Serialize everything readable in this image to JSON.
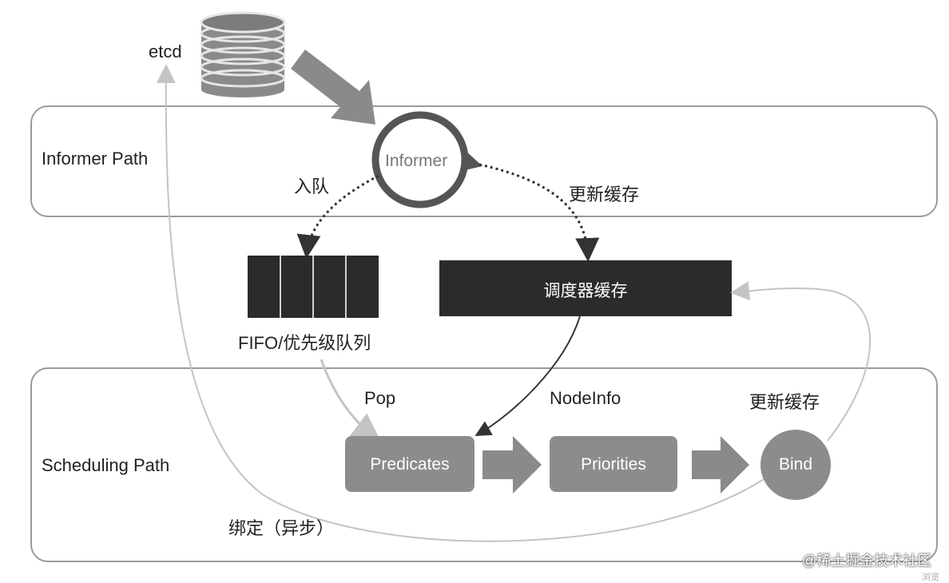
{
  "lanes": {
    "informer_path": "Informer Path",
    "scheduling_path": "Scheduling Path"
  },
  "nodes": {
    "etcd": "etcd",
    "informer": "Informer",
    "queue_caption": "FIFO/优先级队列",
    "scheduler_cache": "调度器缓存",
    "predicates": "Predicates",
    "priorities": "Priorities",
    "bind": "Bind"
  },
  "edges": {
    "enqueue": "入队",
    "update_cache_top": "更新缓存",
    "pop": "Pop",
    "nodeinfo": "NodeInfo",
    "update_cache_bottom": "更新缓存",
    "bind_async": "绑定（异步）"
  },
  "watermark": {
    "site": "@稀土掘金技术社区",
    "corner": "浏览"
  },
  "colors": {
    "dark_block": "#2b2b2b",
    "step_box": "#8c8c8c",
    "lane_border": "#9a9a9a",
    "thin_line": "#c4c4c4",
    "big_arrow": "#8a8a8a"
  }
}
